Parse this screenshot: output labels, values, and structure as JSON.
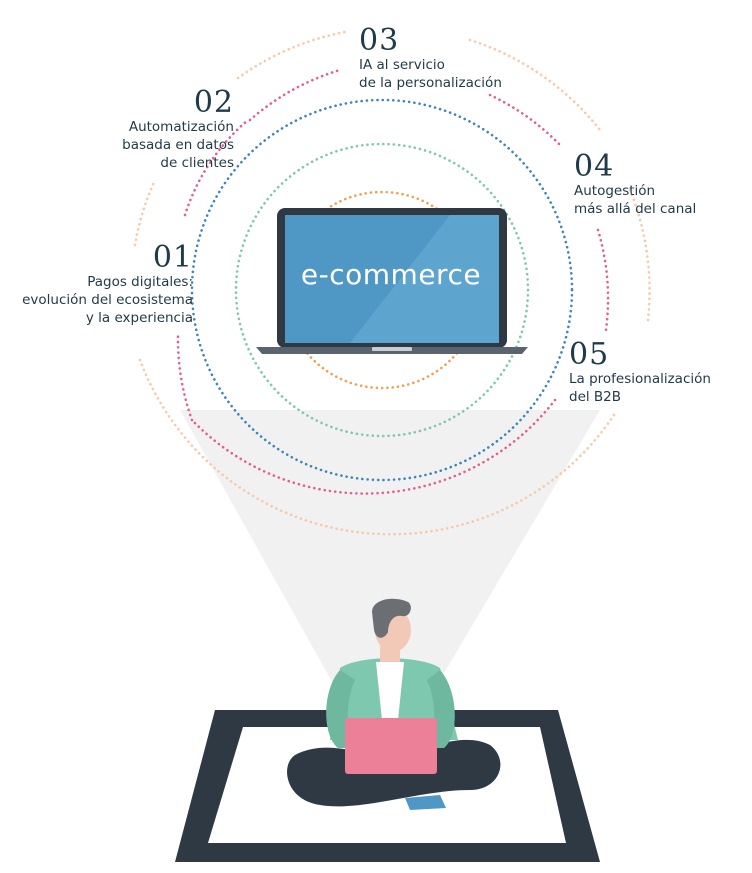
{
  "screen_label": "e-commerce",
  "trends": [
    {
      "num": "01",
      "text": "Pagos digitales:\nevolución del ecosistema\ny la experiencia"
    },
    {
      "num": "02",
      "text": "Automatización\nbasada en datos\nde clientes"
    },
    {
      "num": "03",
      "text": "IA al servicio\nde la personalización"
    },
    {
      "num": "04",
      "text": "Autogestión\nmás allá del canal"
    },
    {
      "num": "05",
      "text": "La profesionalización\ndel B2B"
    }
  ],
  "colors": {
    "ring_orange": "#f0a050",
    "ring_green": "#7ec9a8",
    "ring_blue": "#3f86b8",
    "ring_pink": "#e0628a",
    "ring_peach": "#f6c9a8",
    "screen": "#4f98c6",
    "frame": "#2f3944",
    "jacket": "#7fc8b0",
    "laptop_pink": "#ec8099"
  },
  "icons": [
    "laptop-icon",
    "person-icon",
    "mat-icon",
    "light-cone-icon"
  ]
}
